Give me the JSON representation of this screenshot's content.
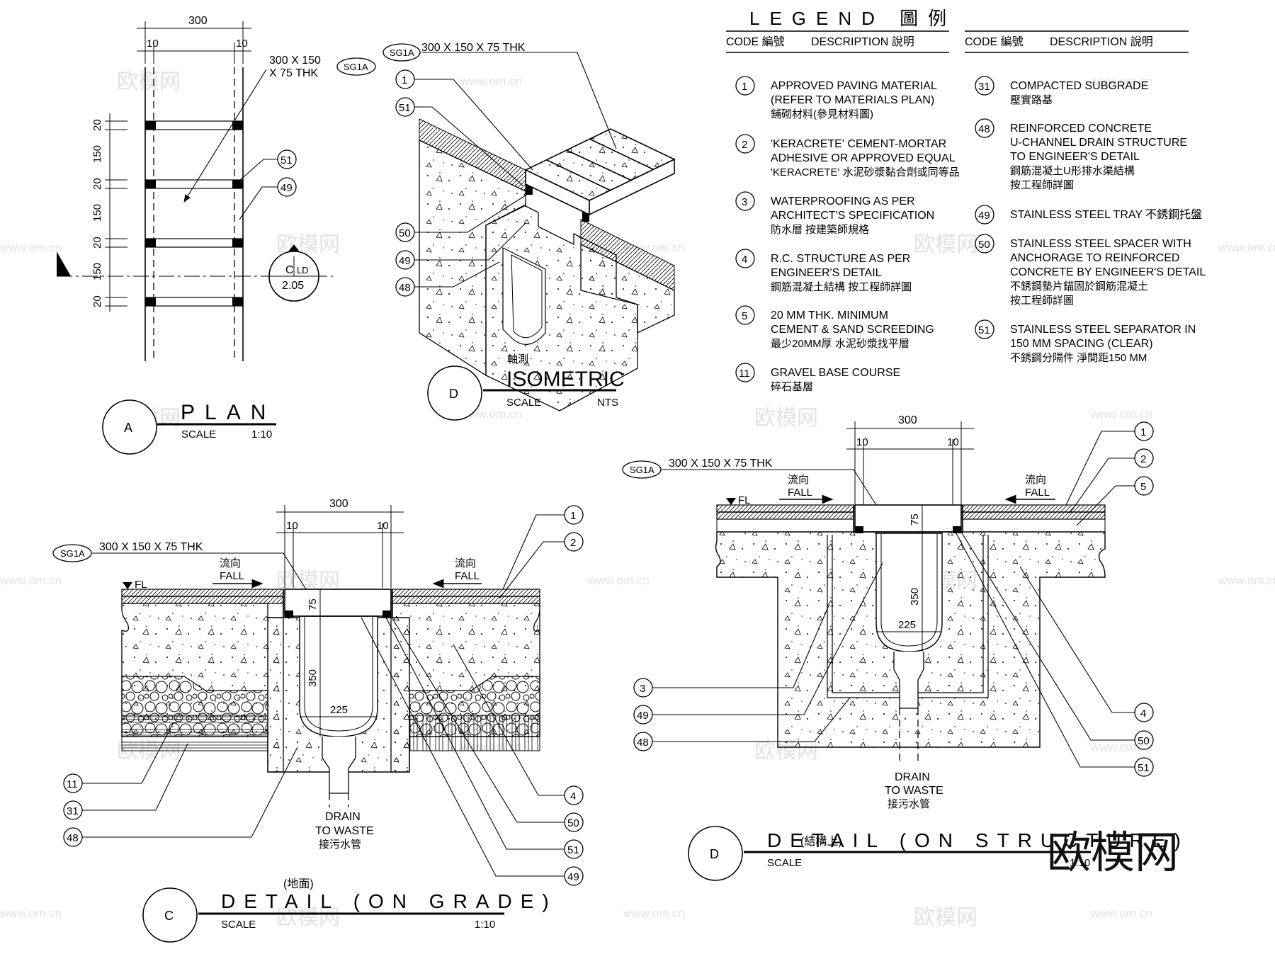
{
  "legend": {
    "title": "LEGEND 圖例",
    "code_header": "CODE 編號",
    "desc_header": "DESCRIPTION 說明",
    "items_left": [
      {
        "code": "1",
        "lines": [
          "APPROVED PAVING MATERIAL",
          "(REFER TO MATERIALS PLAN)",
          "鋪砌材料(參見材料圖)"
        ]
      },
      {
        "code": "2",
        "lines": [
          "'KERACRETE' CEMENT-MORTAR",
          "ADHESIVE OR APPROVED EQUAL",
          "'KERACRETE' 水泥砂漿黏合劑或同等品"
        ]
      },
      {
        "code": "3",
        "lines": [
          "WATERPROOFING AS PER",
          "ARCHITECT'S SPECIFICATION",
          "防水層 按建築師規格"
        ]
      },
      {
        "code": "4",
        "lines": [
          "R.C. STRUCTURE AS PER",
          "ENGINEER'S DETAIL",
          "鋼筋混凝土結構 按工程師詳圖"
        ]
      },
      {
        "code": "5",
        "lines": [
          "20 MM THK. MINIMUM",
          "CEMENT & SAND SCREEDING",
          "最少20MM厚 水泥砂漿找平層"
        ]
      },
      {
        "code": "11",
        "lines": [
          "GRAVEL BASE COURSE",
          "碎石基層"
        ]
      }
    ],
    "items_right": [
      {
        "code": "31",
        "lines": [
          "COMPACTED SUBGRADE",
          "壓實路基"
        ]
      },
      {
        "code": "48",
        "lines": [
          "REINFORCED CONCRETE",
          "U-CHANNEL DRAIN STRUCTURE",
          "TO ENGINEER'S DETAIL",
          "鋼筋混凝土U形排水渠結構",
          "按工程師詳圖"
        ]
      },
      {
        "code": "49",
        "lines": [
          "STAINLESS STEEL TRAY 不銹鋼托盤"
        ]
      },
      {
        "code": "50",
        "lines": [
          "STAINLESS  STEEL SPACER  WITH",
          "ANCHORAGE TO REINFORCED",
          "CONCRETE BY ENGINEER'S DETAIL",
          "不銹鋼墊片錨固於鋼筋混凝土",
          "按工程師詳圖"
        ]
      },
      {
        "code": "51",
        "lines": [
          "STAINLESS STEEL SEPARATOR IN",
          "150 MM SPACING (CLEAR)",
          "不銹鋼分隔件 淨間距150 MM"
        ]
      }
    ]
  },
  "plan": {
    "letter": "A",
    "title": "PLAN",
    "scale_label": "SCALE",
    "scale": "1:10",
    "dim_total": "300",
    "dim_side_l": "10",
    "dim_side_r": "10",
    "dims_vertical": [
      "20",
      "150",
      "20",
      "150",
      "20",
      "150",
      "20"
    ],
    "grate_note_1": "300 X 150",
    "grate_note_2": "X 75 THK",
    "grate_code": "SG1A",
    "tags": [
      "51",
      "49"
    ],
    "section_top": "C",
    "section_mid": "LD",
    "section_bottom": "2.05"
  },
  "isometric": {
    "letter": "D",
    "title": "ISOMETRIC",
    "title_cn": "軸測",
    "scale_label": "SCALE",
    "scale": "NTS",
    "grate_code": "SG1A",
    "grate_note": "300 X 150 X 75 THK",
    "tags": [
      "1",
      "51",
      "50",
      "49",
      "48"
    ]
  },
  "detail_grade": {
    "letter": "C",
    "title": "DETAIL (ON GRADE)",
    "title_cn": "(地面)",
    "scale_label": "SCALE",
    "scale": "1:10",
    "grate_code": "SG1A",
    "grate_note": "300 X 150 X 75 THK",
    "dim_total": "300",
    "dim_side_l": "10",
    "dim_side_r": "10",
    "dim_depth": "350",
    "dim_grate": "75",
    "dim_width": "225",
    "fl": "FL",
    "fall_cn": "流向",
    "fall": "FALL",
    "drain_1": "DRAIN",
    "drain_2": "TO WASTE",
    "drain_cn": "接污水管",
    "tags_right": [
      "1",
      "2",
      "4",
      "50",
      "51",
      "49"
    ],
    "tags_left": [
      "11",
      "31",
      "48"
    ]
  },
  "detail_structure": {
    "letter": "D",
    "title": "DETAIL (ON STRUCTURE)",
    "title_cn": "(結構上)",
    "scale_label": "SCALE",
    "scale": "1:10",
    "grate_code": "SG1A",
    "grate_note": "300 X 150 X 75 THK",
    "dim_total": "300",
    "dim_side_l": "10",
    "dim_side_r": "10",
    "dim_depth": "350",
    "dim_grate": "75",
    "dim_width": "225",
    "fl": "FL",
    "fall_cn": "流向",
    "fall": "FALL",
    "drain_1": "DRAIN",
    "drain_2": "TO WASTE",
    "drain_cn": "接污水管",
    "tags_right": [
      "1",
      "2",
      "5",
      "4",
      "50",
      "51"
    ],
    "tags_left": [
      "3",
      "49",
      "48"
    ]
  },
  "watermark": {
    "brand": "欧模网",
    "site": "www.om.cn"
  }
}
